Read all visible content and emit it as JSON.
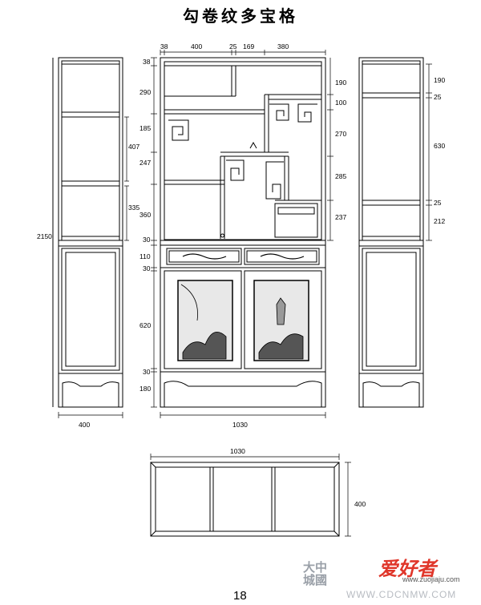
{
  "title": "勾卷纹多宝格",
  "page_number": "18",
  "dimensions": {
    "top": [
      "38",
      "400",
      "25",
      "169",
      "380"
    ],
    "left_panel_width": "400",
    "total_height": "2150",
    "left_side": [
      "407",
      "335"
    ],
    "center_left": [
      "38",
      "290",
      "185",
      "247",
      "360",
      "30",
      "110",
      "30",
      "620",
      "30",
      "180"
    ],
    "center_right": [
      "190",
      "100",
      "270",
      "285",
      "237"
    ],
    "right_side": [
      "190",
      "25",
      "630",
      "25",
      "212"
    ],
    "center_width": "1030",
    "plan_width": "1030",
    "plan_depth": "400"
  },
  "watermark": {
    "text_line1": "大中",
    "text_line2": "城國",
    "brand": "爱好者",
    "url_small": "www.zuojiaju.com",
    "url_large": "WWW.CDCNMW.COM"
  }
}
